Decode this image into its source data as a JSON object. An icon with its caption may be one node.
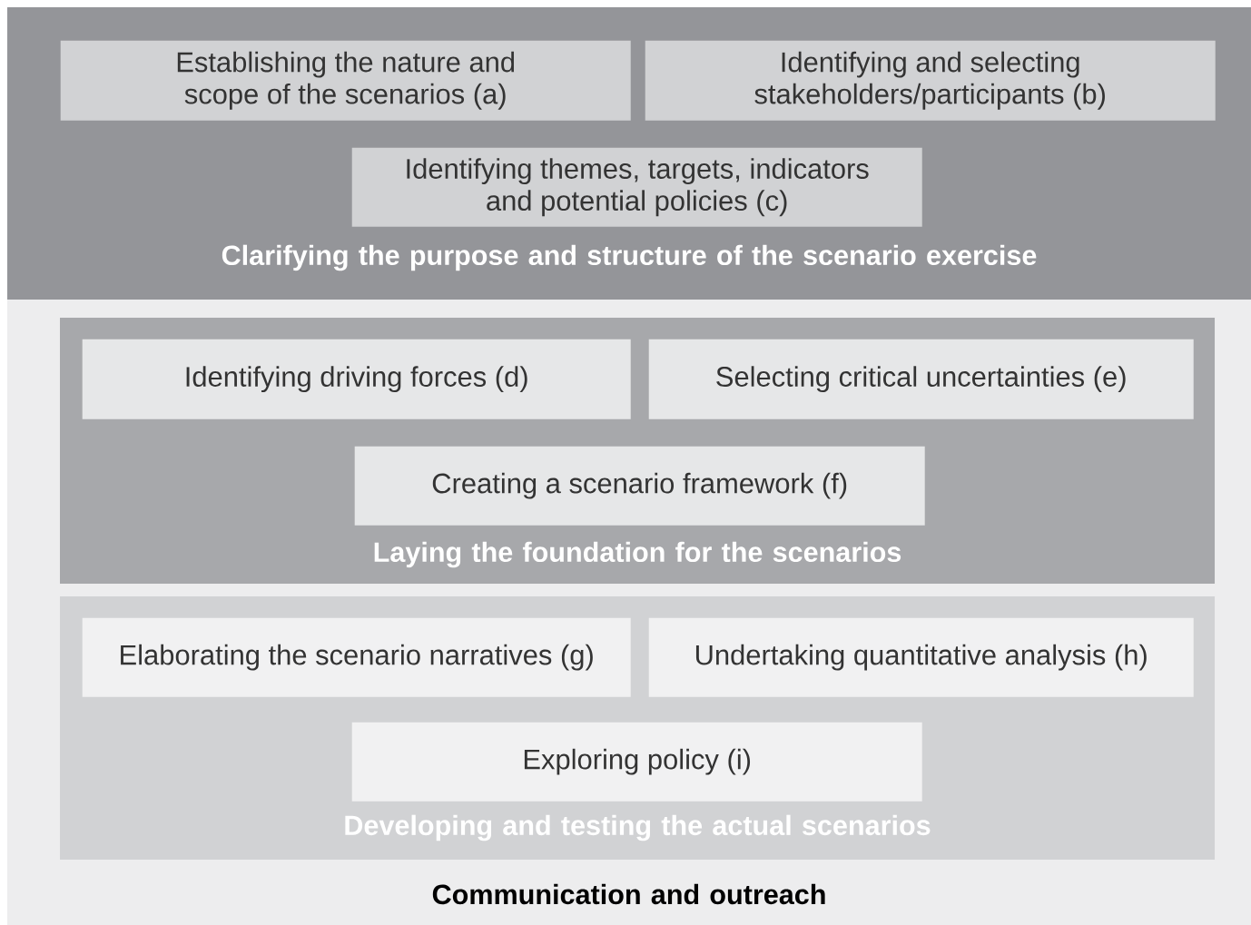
{
  "diagram": {
    "nodes": [
      {
        "text": [
          "Clarifying the purpose and structure of the scenario exercise"
        ]
      },
      {
        "text": [
          "Establishing the nature and scope of the scenarios (a)"
        ],
        "in": 0
      },
      {
        "text": [
          "Identifying and selecting stakeholders/participants (b)"
        ],
        "in": 0
      },
      {
        "text": [
          "Identifying themes, targets, indicators and potential policies (c)"
        ],
        "in": 0
      },
      {
        "text": [
          "Communication and outreach"
        ]
      },
      {
        "text": [
          "Laying the foundation for the scenarios"
        ],
        "in": 4
      },
      {
        "text": [
          "Identifying driving forces (d)"
        ],
        "in": 5
      },
      {
        "text": [
          "Selecting critical uncertainties (e)"
        ],
        "in": 5
      },
      {
        "text": [
          "Creating a scenario framework (f)"
        ],
        "in": 5
      },
      {
        "text": [
          "Developing and testing the actual scenarios"
        ],
        "in": 4
      },
      {
        "text": [
          "Elaborating the scenario narratives (g)"
        ],
        "in": 9
      },
      {
        "text": [
          "Undertaking quantitative analysis (h)"
        ],
        "in": 9
      },
      {
        "text": [
          "Exploring policy (i)"
        ],
        "in": 9
      }
    ],
    "edges": []
  }
}
